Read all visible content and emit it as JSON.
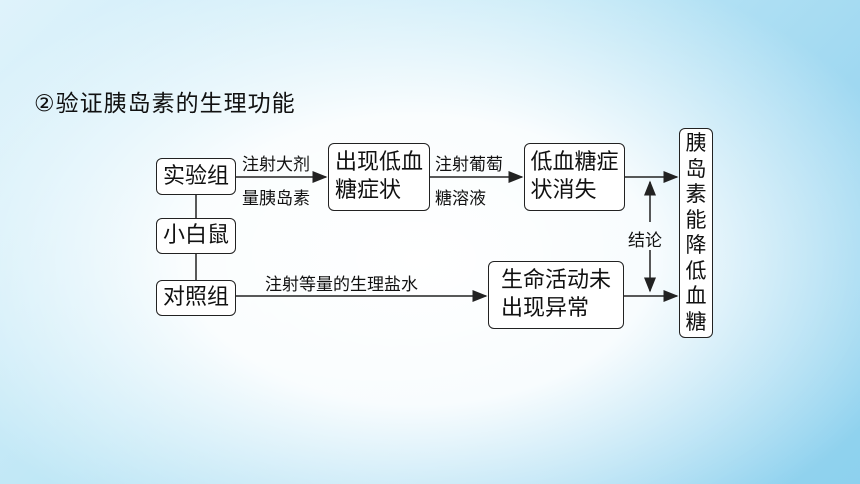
{
  "title": "②验证胰岛素的生理功能",
  "nodes": {
    "exp_group": "实验组",
    "mouse": "小白鼠",
    "ctrl_group": "对照组",
    "hypo_symptom": {
      "line1": "出现低血",
      "line2": "糖症状"
    },
    "symptom_gone": {
      "line1": "低血糖症",
      "line2": "状消失"
    },
    "no_abnormal": {
      "line1": "生命活动未",
      "line2": "出现异常"
    },
    "conclusion_box": [
      "胰",
      "岛",
      "素",
      "能",
      "降",
      "低",
      "血",
      "糖"
    ]
  },
  "edges": {
    "inject_insulin": {
      "top": "注射大剂",
      "bottom": "量胰岛素"
    },
    "inject_glucose": {
      "top": "注射葡萄",
      "bottom": "糖溶液"
    },
    "inject_saline": "注射等量的生理盐水",
    "conclusion_label": "结论"
  }
}
